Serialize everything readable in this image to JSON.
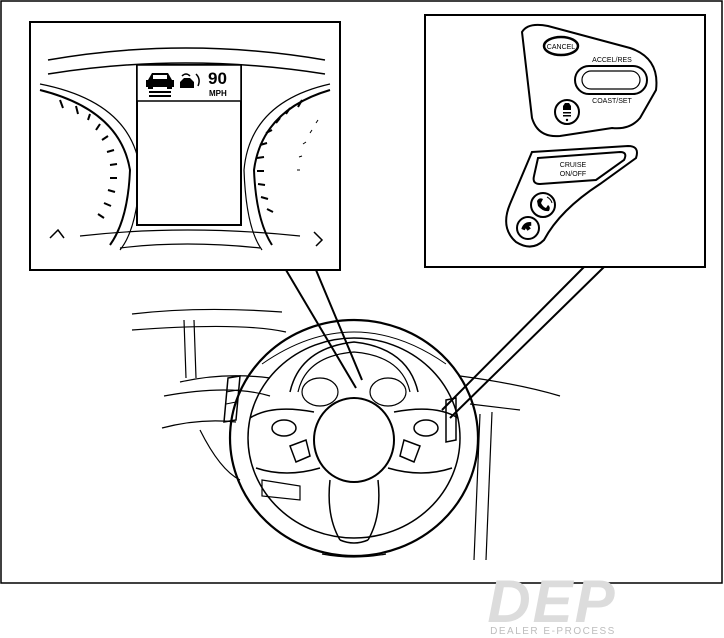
{
  "cluster": {
    "speed_value": "90",
    "speed_unit": "MPH"
  },
  "switches": {
    "cancel_label": "CANCEL",
    "accel_res_label": "ACCEL/RES",
    "coast_set_label": "COAST/SET",
    "cruise_label_line1": "CRUISE",
    "cruise_label_line2": "ON/OFF"
  },
  "watermark": {
    "logo_text": "DEP",
    "tagline": "DEALER E-PROCESS"
  },
  "colors": {
    "line": "#000000",
    "background": "#ffffff",
    "watermark": "#d9d9d9"
  }
}
